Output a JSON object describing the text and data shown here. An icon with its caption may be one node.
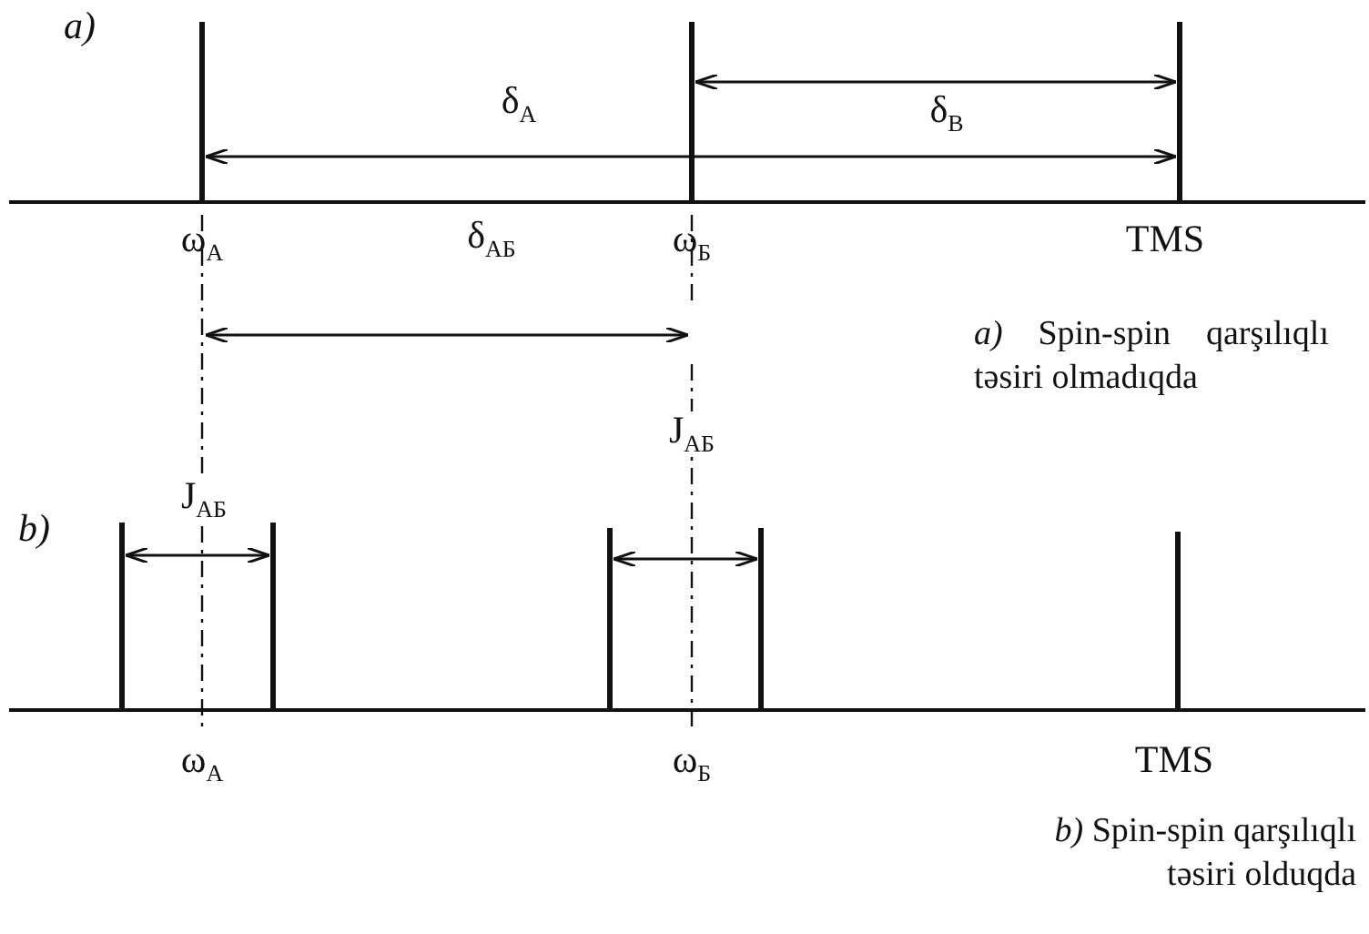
{
  "diagram": {
    "labels": [
      "a)",
      "δ$_{A}$",
      "δ$_{B}$",
      "ω$_{A}$",
      "δ$_{AБ}$",
      "ω$_{Б}$",
      "TMS",
      "*a)* Spin-spin qarşılıqlı təsiri olmadıqda",
      "J$_{AБ}$",
      "b)",
      "J$_{AБ}$",
      "ω$_{A}$",
      "ω$_{Б}$",
      "TMS",
      "*b)* Spin-spin qarşılıqlı təsiri olduqda"
    ]
  }
}
